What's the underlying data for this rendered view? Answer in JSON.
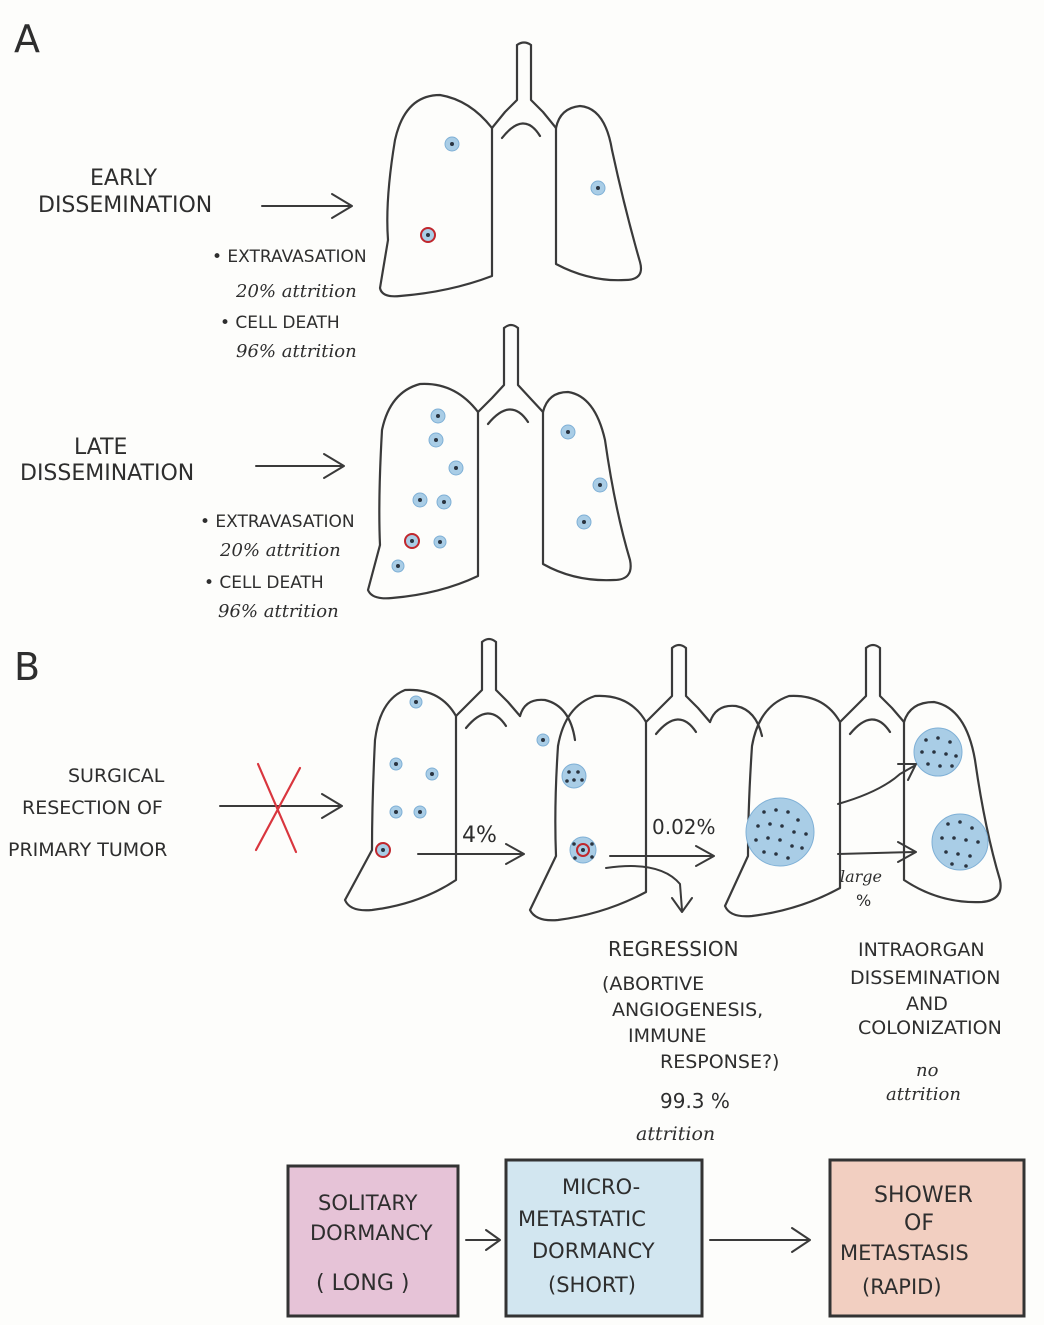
{
  "panels": {
    "a_label": "A",
    "b_label": "B"
  },
  "early": {
    "title_line1": "EARLY",
    "title_line2": "DISSEMINATION",
    "note1": "• EXTRAVASATION",
    "note1b": "20% attrition",
    "note2": "• CELL DEATH",
    "note2b": "96% attrition"
  },
  "late": {
    "title_line1": "LATE",
    "title_line2": "DISSEMINATION",
    "note1": "• EXTRAVASATION",
    "note1b": "20% attrition",
    "note2": "• CELL DEATH",
    "note2b": "96% attrition"
  },
  "surgery": {
    "line1": "SURGICAL",
    "line2": "RESECTION OF",
    "line3": "PRIMARY TUMOR"
  },
  "transitions": {
    "t1": "4%",
    "t2": "0.02%",
    "t3a": "large",
    "t3b": "%"
  },
  "regression": {
    "line1": "REGRESSION",
    "line2": "(ABORTIVE",
    "line3": "ANGIOGENESIS,",
    "line4": "IMMUNE",
    "line5": "RESPONSE?)",
    "line6": "99.3 %",
    "line7": "attrition"
  },
  "intraorgan": {
    "line1": "INTRAORGAN",
    "line2": "DISSEMINATION",
    "line3": "AND",
    "line4": "COLONIZATION",
    "line5": "no",
    "line6": "attrition"
  },
  "boxes": [
    {
      "line1": "SOLITARY",
      "line2": "DORMANCY",
      "line3": "( LONG )",
      "color": "#e6c3d7"
    },
    {
      "line1": "MICRO-",
      "line2": "METASTATIC",
      "line3": "DORMANCY",
      "line4": "(SHORT)",
      "color": "#d2e6f0"
    },
    {
      "line1": "SHOWER",
      "line2": "OF",
      "line3": "METASTASIS",
      "line4": "(RAPID)",
      "color": "#f2cfc1"
    }
  ],
  "colors": {
    "cell": "#a9cde6",
    "red_x": "#d9363e",
    "ring": "#c0272d"
  }
}
